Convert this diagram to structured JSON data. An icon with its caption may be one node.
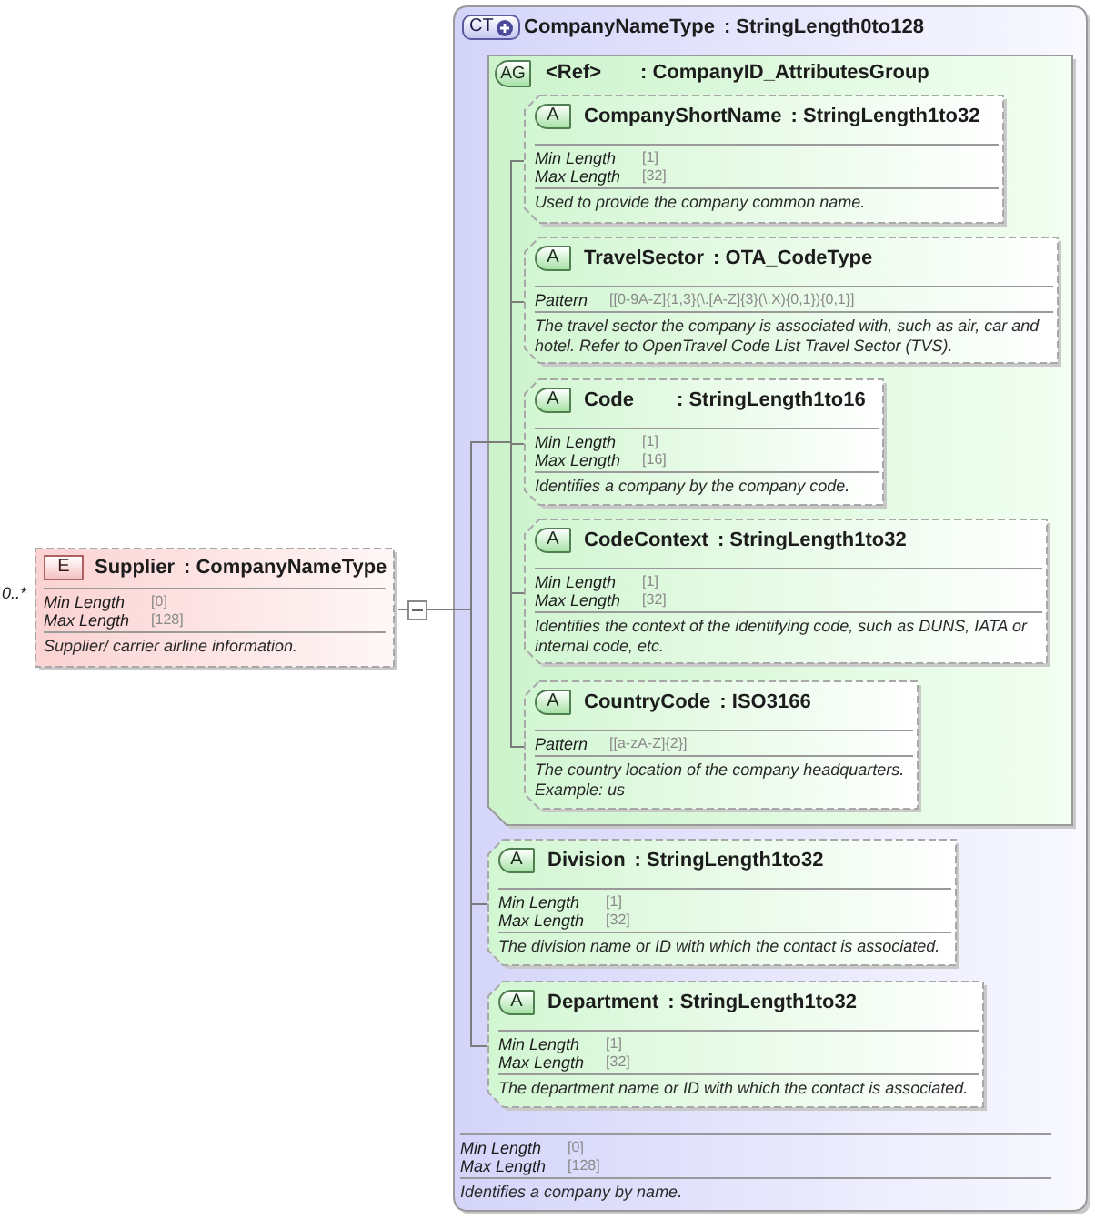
{
  "diagram": {
    "nodes": [
      {
        "text": [
          "E",
          "Supplier",
          ": CompanyNameType",
          "Min Length",
          "[0]",
          "Max Length",
          "[128]",
          "Supplier/ carrier airline information."
        ],
        "beside": [
          "0..*"
        ]
      },
      {
        "text": [
          "CT",
          "CompanyNameType",
          ": StringLength0to128",
          "Min Length",
          "[0]",
          "Max Length",
          "[128]",
          "Identifies a company by name."
        ]
      },
      {
        "text": [
          "AG",
          "<Ref>",
          ": CompanyID_AttributesGroup"
        ],
        "in": 1
      },
      {
        "text": [
          "A",
          "CompanyShortName",
          ": StringLength1to32",
          "Min Length",
          "[1]",
          "Max Length",
          "[32]",
          "Used to provide the company common name."
        ],
        "in": 2
      },
      {
        "text": [
          "A",
          "TravelSector",
          ": OTA_CodeType",
          "Pattern",
          "[[0-9A-Z]{1,3}(\\.[A-Z]{3}(\\.X){0,1}){0,1}]",
          "The travel sector the company is associated with, such as air, car and hotel. Refer to OpenTravel Code List Travel Sector (TVS)."
        ],
        "in": 2
      },
      {
        "text": [
          "A",
          "Code",
          ": StringLength1to16",
          "Min Length",
          "[1]",
          "Max Length",
          "[16]",
          "Identifies a company by the company code."
        ],
        "in": 2
      },
      {
        "text": [
          "A",
          "CodeContext",
          ": StringLength1to32",
          "Min Length",
          "[1]",
          "Max Length",
          "[32]",
          "Identifies the context of the identifying code, such as DUNS, IATA or internal code, etc."
        ],
        "in": 2
      },
      {
        "text": [
          "A",
          "CountryCode",
          ": ISO3166",
          "Pattern",
          "[[a-zA-Z]{2}]",
          "The country location of the company headquarters. Example: us"
        ],
        "in": 2
      },
      {
        "text": [
          "A",
          "Division",
          ": StringLength1to32",
          "Min Length",
          "[1]",
          "Max Length",
          "[32]",
          "The division name or ID with which the contact is associated."
        ],
        "in": 1
      },
      {
        "text": [
          "A",
          "Department",
          ": StringLength1to32",
          "Min Length",
          "[1]",
          "Max Length",
          "[32]",
          "The department name or ID with which the contact is associated."
        ],
        "in": 1
      }
    ],
    "edges": [
      {
        "from": 0,
        "to": 1,
        "arrow": "none"
      },
      {
        "from": 1,
        "to": 2,
        "arrow": "none"
      },
      {
        "from": 1,
        "to": 8,
        "arrow": "none"
      },
      {
        "from": 1,
        "to": 9,
        "arrow": "none"
      },
      {
        "from": 2,
        "to": 3,
        "arrow": "none"
      },
      {
        "from": 2,
        "to": 4,
        "arrow": "none"
      },
      {
        "from": 2,
        "to": 5,
        "arrow": "none"
      },
      {
        "from": 2,
        "to": 6,
        "arrow": "none"
      },
      {
        "from": 2,
        "to": 7,
        "arrow": "none"
      }
    ]
  }
}
